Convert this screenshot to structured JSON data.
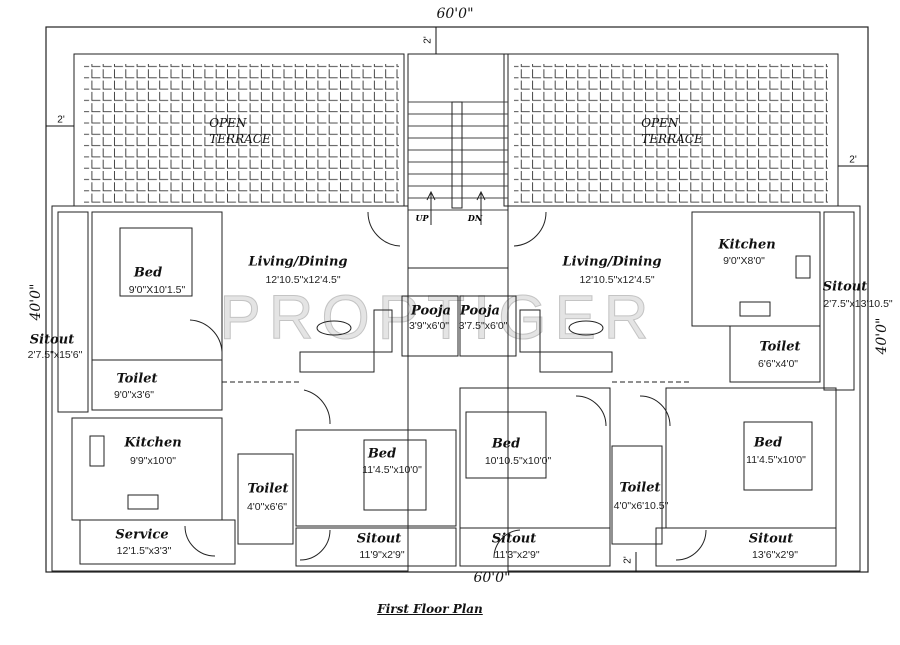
{
  "title": "First Floor Plan",
  "watermark": "PROPTIGER",
  "dimensions": {
    "top_width": "60'0\"",
    "bottom_width": "60'0\"",
    "left_depth": "40'0\"",
    "right_depth": "40'0\"",
    "setback_top": "2'",
    "setback_left": "2'",
    "setback_right": "2'",
    "setback_bottom": "2'"
  },
  "terraces": [
    {
      "line1": "OPEN",
      "line2": "TERRACE"
    },
    {
      "line1": "OPEN",
      "line2": "TERRACE"
    }
  ],
  "staircase": {
    "up_label": "UP",
    "down_label": "DN"
  },
  "rooms": {
    "left_unit": {
      "bed_1": {
        "name": "Bed",
        "size": "9'0\"X10'1.5\""
      },
      "toilet_1": {
        "name": "Toilet",
        "size": "9'0\"x3'6\""
      },
      "sitout_side": {
        "name": "Sitout",
        "size": "2'7.5\"x15'6\""
      },
      "living": {
        "name": "Living/Dining",
        "size": "12'10.5\"x12'4.5\""
      },
      "pooja": {
        "name": "Pooja",
        "size": "3'9\"x6'0\""
      },
      "kitchen": {
        "name": "Kitchen",
        "size": "9'9\"x10'0\""
      },
      "service": {
        "name": "Service",
        "size": "12'1.5\"x3'3\""
      },
      "toilet_2": {
        "name": "Toilet",
        "size": "4'0\"x6'6\""
      },
      "bed_2": {
        "name": "Bed",
        "size": "11'4.5\"x10'0\""
      },
      "sitout_front": {
        "name": "Sitout",
        "size": "11'9\"x2'9\""
      }
    },
    "right_unit": {
      "living": {
        "name": "Living/Dining",
        "size": "12'10.5\"x12'4.5\""
      },
      "pooja": {
        "name": "Pooja",
        "size": "3'7.5\"x6'0\""
      },
      "kitchen": {
        "name": "Kitchen",
        "size": "9'0\"X8'0\""
      },
      "sitout_side": {
        "name": "Sitout",
        "size": "2'7.5\"x13'10.5\""
      },
      "toilet_1": {
        "name": "Toilet",
        "size": "6'6\"x4'0\""
      },
      "bed_1": {
        "name": "Bed",
        "size": "10'10.5\"x10'0\""
      },
      "sitout_front_1": {
        "name": "Sitout",
        "size": "11'3\"x2'9\""
      },
      "toilet_2": {
        "name": "Toilet",
        "size": "4'0\"x6'10.5\""
      },
      "bed_2": {
        "name": "Bed",
        "size": "11'4.5\"x10'0\""
      },
      "sitout_front_2": {
        "name": "Sitout",
        "size": "13'6\"x2'9\""
      }
    }
  }
}
